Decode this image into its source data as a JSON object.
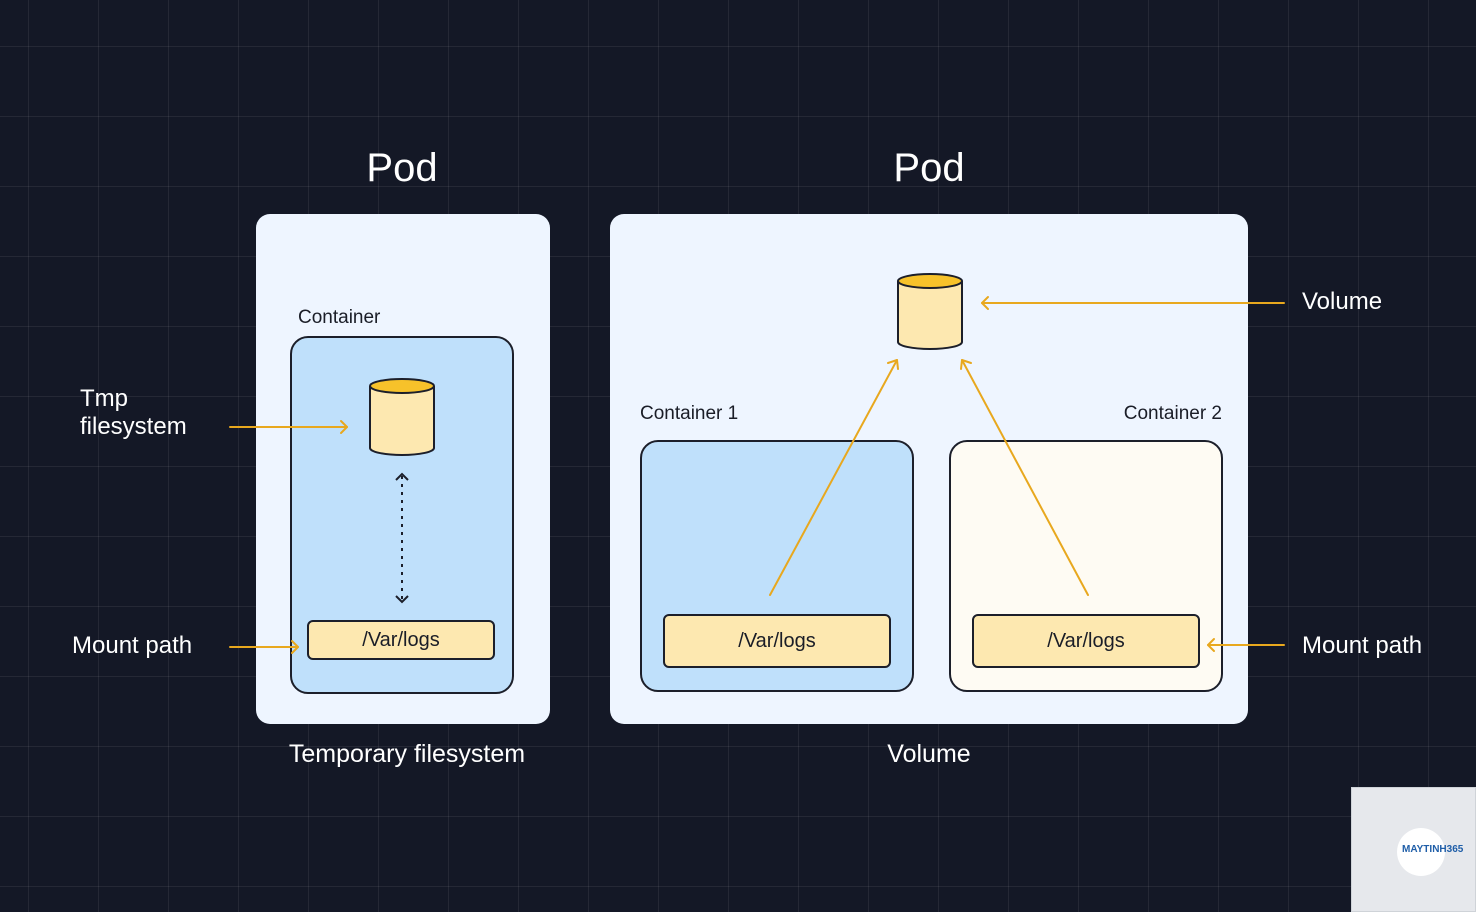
{
  "left_pod": {
    "title": "Pod",
    "container_label": "Container",
    "mount_path_value": "/Var/logs",
    "caption": "Temporary filesystem"
  },
  "right_pod": {
    "title": "Pod",
    "container1_label": "Container 1",
    "container2_label": "Container 2",
    "mount_path_value_1": "/Var/logs",
    "mount_path_value_2": "/Var/logs",
    "caption": "Volume"
  },
  "annotations": {
    "tmp_filesystem": "Tmp\nfilesystem",
    "mount_path_left": "Mount path",
    "volume": "Volume",
    "mount_path_right": "Mount path"
  },
  "watermark": {
    "brand": "MAYTINH365"
  },
  "colors": {
    "background": "#141826",
    "pod_fill": "#eef5ff",
    "container_blue": "#bfe0fb",
    "container_cream": "#fefbf3",
    "mount_fill": "#fde8b0",
    "arrow": "#e8a81e",
    "cylinder_top": "#f7c22a",
    "cylinder_body": "#fde8b0"
  }
}
